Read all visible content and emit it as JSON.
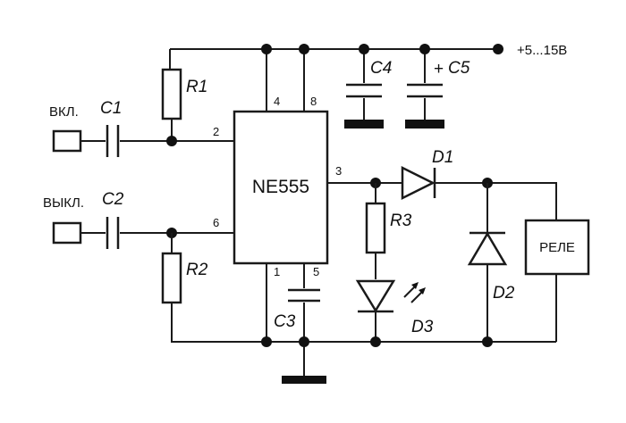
{
  "supply_label": "+5...15В",
  "ic_label": "NE555",
  "pins": {
    "p2": "2",
    "p3": "3",
    "p4": "4",
    "p8": "8",
    "p6": "6",
    "p1": "1",
    "p5": "5"
  },
  "terminals": {
    "on": "ВКЛ.",
    "off": "ВЫКЛ."
  },
  "relay_label": "РЕЛЕ",
  "components": {
    "r1": "R1",
    "r2": "R2",
    "r3": "R3",
    "c1": "C1",
    "c2": "C2",
    "c3": "C3",
    "c4": "C4",
    "c5_plus": "+",
    "c5": "C5",
    "d1": "D1",
    "d2": "D2",
    "d3": "D3"
  }
}
